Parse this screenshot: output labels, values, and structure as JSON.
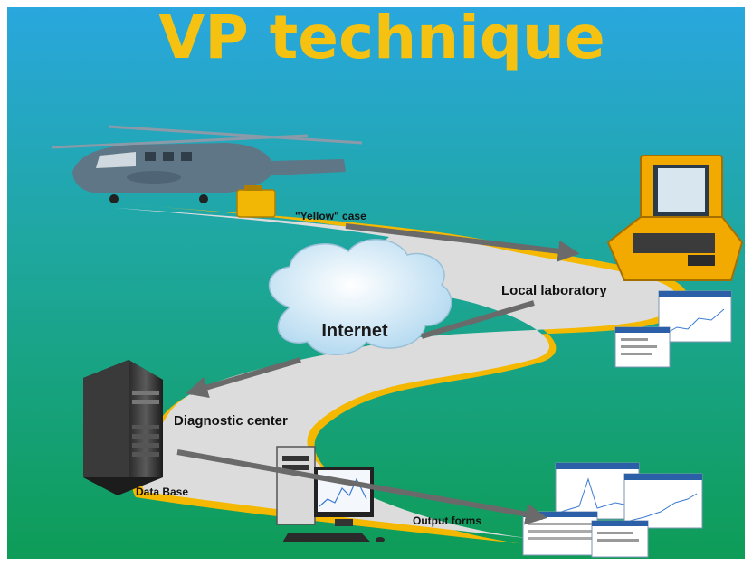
{
  "title": "VP technique",
  "labels": {
    "yellow_case": "\"Yellow\" case",
    "local_laboratory": "Local laboratory",
    "internet": "Internet",
    "diagnostic_center": "Diagnostic center",
    "data_base": "Data Base",
    "output_forms": "Output forms"
  },
  "colors": {
    "background_top": "#29a7de",
    "background_bottom": "#0e9c57",
    "title": "#f5c211",
    "path_fill": "#dcdcdc",
    "path_edge": "#f5b800",
    "arrow": "#6a6a6a"
  },
  "icons": [
    "helicopter-icon",
    "yellow-case-icon",
    "field-laptop-case-icon",
    "cloud-icon",
    "server-tower-icon",
    "workstation-icon",
    "report-form-icon"
  ]
}
